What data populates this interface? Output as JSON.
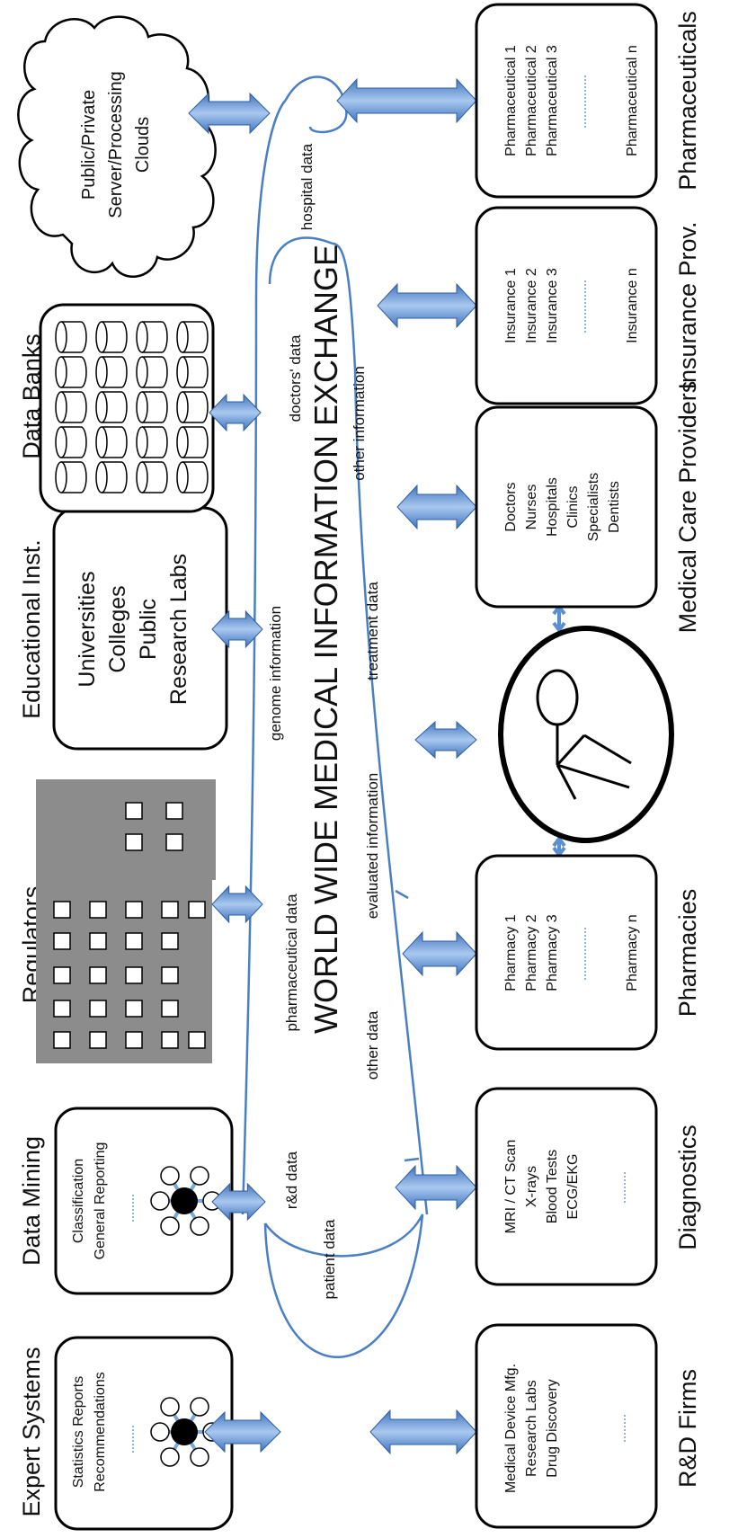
{
  "exchange": {
    "title": "WORLD WIDE MEDICAL INFORMATION EXCHANGE",
    "flows": {
      "patient_data": "patient data",
      "rd_data": "r&d data",
      "pharmaceutical_data": "pharmaceutical data",
      "genome_information": "genome information",
      "doctors_data": "doctors' data",
      "hospital_data": "hospital data",
      "other_data": "other data",
      "evaluated_information": "evaluated information",
      "treatment_data": "treatment data",
      "other_information": "other information"
    }
  },
  "top": {
    "expert_systems": {
      "heading": "Expert Systems",
      "lines": [
        "Statistics Reports",
        "Recommendations"
      ]
    },
    "data_mining": {
      "heading": "Data Mining",
      "lines": [
        "Classification",
        "General Reporting"
      ]
    },
    "regulators": {
      "heading": "Regulators"
    },
    "educational": {
      "heading": "Educational Inst.",
      "lines": [
        "Universities",
        "Colleges",
        "Public",
        "Research Labs"
      ]
    },
    "data_banks": {
      "heading": "Data Banks"
    },
    "clouds": {
      "lines": [
        "Public/Private",
        "Server/Processing",
        "Clouds"
      ]
    }
  },
  "bottom": {
    "rd_firms": {
      "heading": "R&D Firms",
      "lines": [
        "Medical Device Mfg.",
        "Research Labs",
        "Drug Discovery"
      ]
    },
    "diagnostics": {
      "heading": "Diagnostics",
      "lines": [
        "MRI / CT Scan",
        "X-rays",
        "Blood Tests",
        "ECG/EKG"
      ]
    },
    "pharmacies": {
      "heading": "Pharmacies",
      "lines": [
        "Pharmacy 1",
        "Pharmacy 2",
        "Pharmacy 3"
      ],
      "last": "Pharmacy n"
    },
    "medical_care": {
      "heading": "Medical Care Providers",
      "lines": [
        "Doctors",
        "Nurses",
        "Hospitals",
        "Clinics",
        "Specialists",
        "Dentists"
      ]
    },
    "insurance": {
      "heading": "Insurance Prov.",
      "lines": [
        "Insurance 1",
        "Insurance 2",
        "Insurance 3"
      ],
      "last": "Insurance n"
    },
    "pharmaceuticals": {
      "heading": "Pharmaceuticals",
      "lines": [
        "Pharmaceutical 1",
        "Pharmaceutical 2",
        "Pharmaceutical 3"
      ],
      "last": "Pharmaceutical n"
    }
  },
  "colors": {
    "arrow": "#5b8fd0",
    "arrow_dark": "#2f5fa0",
    "line": "#4a7fc4",
    "building": "#8c8c8c"
  }
}
